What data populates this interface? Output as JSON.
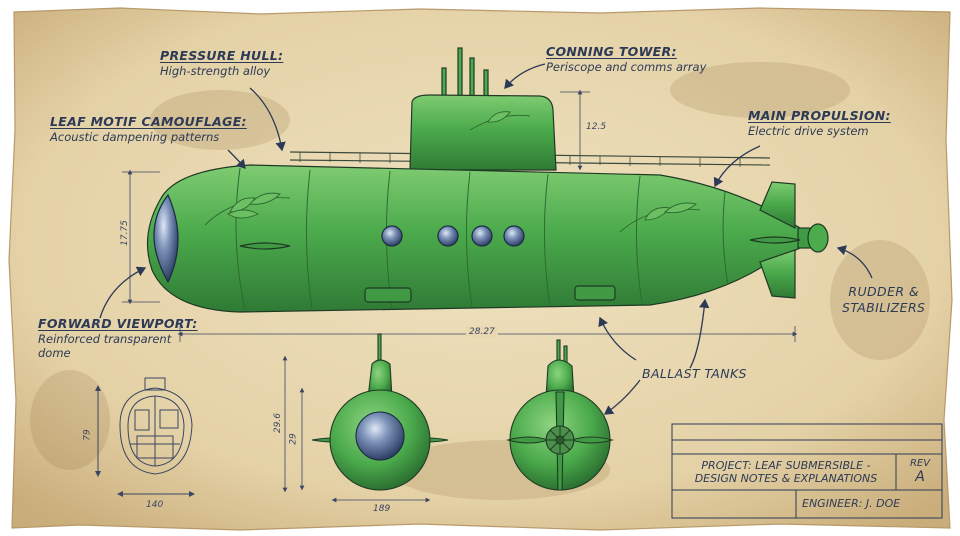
{
  "callouts": {
    "pressure_hull": {
      "title": "PRESSURE HULL:",
      "desc": "High-strength alloy"
    },
    "conning_tower": {
      "title": "CONNING TOWER:",
      "desc": "Periscope and comms array"
    },
    "leaf_motif": {
      "title": "LEAF MOTIF CAMOUFLAGE:",
      "desc": "Acoustic dampening patterns"
    },
    "main_propulsion": {
      "title": "MAIN PROPULSION:",
      "desc": "Electric drive system"
    },
    "forward_viewport": {
      "title": "FORWARD VIEWPORT:",
      "desc_line1": "Reinforced transparent",
      "desc_line2": "dome"
    },
    "rudder": {
      "line1": "RUDDER &",
      "line2": "STABILIZERS"
    },
    "ballast": {
      "label": "BALLAST TANKS"
    }
  },
  "dimensions": {
    "tower_height": "12.5",
    "hull_height": "17.75",
    "overall_length": "28.27",
    "section_height": "79",
    "section_width": "140",
    "front_total_height": "29.6",
    "front_hull_height": "29",
    "front_width": "189"
  },
  "title_block": {
    "project_line1": "PROJECT: LEAF SUBMERSIBLE -",
    "project_line2": "DESIGN NOTES & EXPLANATIONS",
    "rev_label": "REV",
    "rev_value": "A",
    "engineer": "ENGINEER: J. DOE"
  },
  "colors": {
    "paper": "#e9d9b3",
    "ink": "#2c3a56",
    "hull_green": "#4cab4c",
    "hull_dark": "#2f7a35",
    "hull_light": "#7fcb72"
  }
}
